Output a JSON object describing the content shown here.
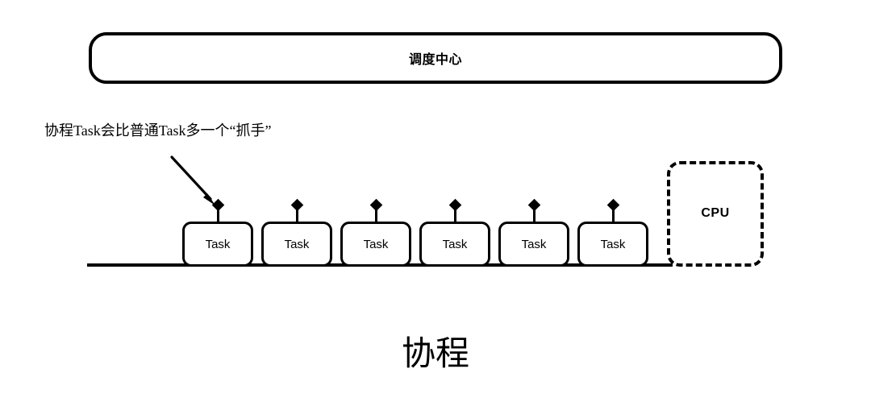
{
  "diagram": {
    "caption": "协程",
    "scheduler": {
      "label": "调度中心"
    },
    "annotation": {
      "text": "协程Task会比普通Task多一个“抓手”",
      "arrow_icon": "arrow-down-right-icon"
    },
    "ground": {
      "name": "ground-line"
    },
    "tasks": [
      {
        "label": "Task",
        "handle": "diamond-handle-icon"
      },
      {
        "label": "Task",
        "handle": "diamond-handle-icon"
      },
      {
        "label": "Task",
        "handle": "diamond-handle-icon"
      },
      {
        "label": "Task",
        "handle": "diamond-handle-icon"
      },
      {
        "label": "Task",
        "handle": "diamond-handle-icon"
      },
      {
        "label": "Task",
        "handle": "diamond-handle-icon"
      }
    ],
    "cpu": {
      "label": "CPU"
    },
    "colors": {
      "stroke": "#000000",
      "background": "#ffffff",
      "text": "#000000"
    }
  }
}
